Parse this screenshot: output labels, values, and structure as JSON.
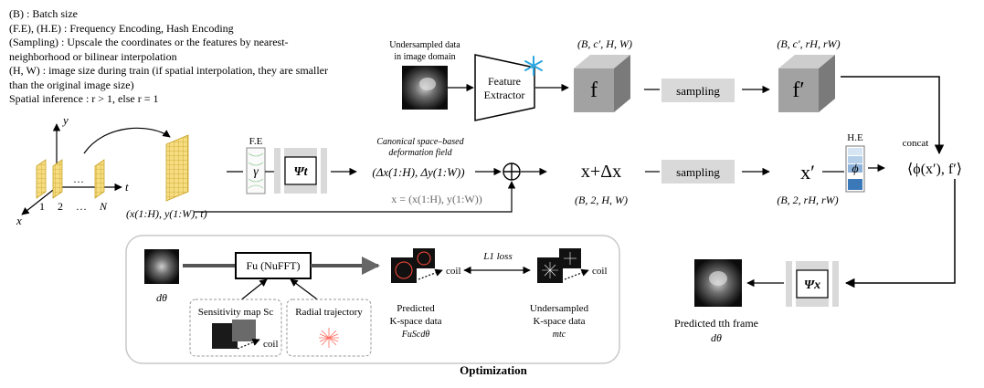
{
  "legend": [
    "(B) : Batch size",
    "(F.E), (H.E) : Frequency Encoding, Hash Encoding",
    "(Sampling) : Upscale the coordinates or the features by nearest-neighborhood or bilinear interpolation",
    "(H, W) : image size during train (if spatial interpolation, they are smaller than the original image size)",
    "Spatial inference : r > 1, else r = 1"
  ],
  "input": {
    "undersampled_label_1": "Undersampled data",
    "undersampled_label_2": "in image domain",
    "feature_extractor_1": "Feature",
    "feature_extractor_2": "Extractor",
    "frozen_icon": "snowflake-icon"
  },
  "feature": {
    "f_shape": "(B, c′, H, W)",
    "f_label": "f",
    "sampling_1": "sampling",
    "fprime_shape": "(B, c′, rH, rW)",
    "fprime_label": "f′"
  },
  "coords": {
    "axis_y": "y",
    "axis_x": "x",
    "axis_t": "t",
    "frame_1": "1",
    "frame_2": "2",
    "dots": "…",
    "frame_n": "N",
    "input_coord": "(x(1:H), y(1:W), t)"
  },
  "encoding": {
    "fe_label": "F.E",
    "gamma": "γ",
    "psi_t": "Ψt",
    "canonical_1": "Canonical space–based",
    "canonical_2": "deformation field",
    "delta": "(Δx(1:H), Δy(1:W))",
    "x_def": "x = (x(1:H), y(1:W))",
    "plus": "⊕",
    "x_plus": "x+Δx",
    "x_plus_shape": "(B, 2, H, W)",
    "sampling_2": "sampling",
    "xprime": "x′",
    "xprime_shape": "(B, 2, rH, rW)",
    "he_label": "H.E",
    "phi": "ϕ",
    "concat": "concat",
    "concat_out": "⟨ϕ(x′), f′⟩"
  },
  "output": {
    "psi_x": "Ψx",
    "predicted_1": "Predicted tth frame",
    "predicted_2": "dθ"
  },
  "optimization": {
    "d_theta": "dθ",
    "fu": "Fu (NuFFT)",
    "sensitivity": "Sensitivity map Sc",
    "coil": "coil",
    "radial": "Radial trajectory",
    "pred_kspace_1": "Predicted",
    "pred_kspace_2": "K-space data",
    "pred_kspace_3": "FuScdθ",
    "l1": "L1 loss",
    "coil_pred": "coil",
    "under_kspace_1": "Undersampled",
    "under_kspace_2": "K-space data",
    "under_kspace_3": "mtc",
    "coil_under": "coil",
    "title": "Optimization"
  },
  "colors": {
    "grid_yellow": "#f6dd82",
    "grid_line": "#c9a227",
    "box_gray": "#d9d9d9",
    "cube_gray": "#9a9a9a",
    "phi_blue": "#3b78b8",
    "kspace_red": "#ff4a3a"
  }
}
